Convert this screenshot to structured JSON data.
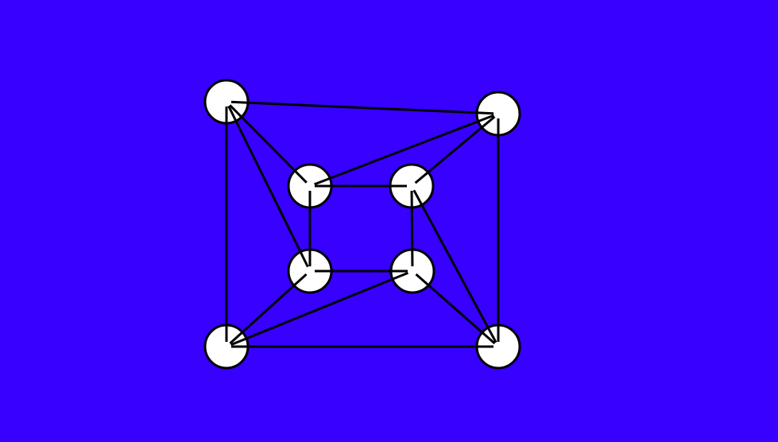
{
  "diagram": {
    "colors": {
      "background": "#3700ff",
      "node_fill": "#ffffff",
      "stroke": "#000000"
    },
    "nodes": [
      {
        "id": "outer-top-left"
      },
      {
        "id": "outer-top-right"
      },
      {
        "id": "outer-bottom-left"
      },
      {
        "id": "outer-bottom-right"
      },
      {
        "id": "inner-top-left"
      },
      {
        "id": "inner-top-right"
      },
      {
        "id": "inner-bottom-left"
      },
      {
        "id": "inner-bottom-right"
      }
    ],
    "edges": [
      {
        "from": "outer-top-left",
        "to": "outer-top-right"
      },
      {
        "from": "outer-top-left",
        "to": "inner-top-left"
      },
      {
        "from": "outer-top-left",
        "to": "inner-bottom-left"
      },
      {
        "from": "outer-top-left",
        "to": "outer-bottom-left"
      },
      {
        "from": "outer-top-right",
        "to": "inner-top-left"
      },
      {
        "from": "outer-top-right",
        "to": "inner-top-right"
      },
      {
        "from": "outer-top-right",
        "to": "outer-bottom-right"
      },
      {
        "from": "inner-top-left",
        "to": "inner-top-right"
      },
      {
        "from": "inner-top-left",
        "to": "inner-bottom-left"
      },
      {
        "from": "inner-top-right",
        "to": "inner-bottom-right"
      },
      {
        "from": "inner-top-right",
        "to": "outer-bottom-right"
      },
      {
        "from": "inner-bottom-left",
        "to": "inner-bottom-right"
      },
      {
        "from": "inner-bottom-left",
        "to": "outer-bottom-left"
      },
      {
        "from": "inner-bottom-right",
        "to": "outer-bottom-left"
      },
      {
        "from": "inner-bottom-right",
        "to": "outer-bottom-right"
      },
      {
        "from": "outer-bottom-left",
        "to": "outer-bottom-right"
      }
    ]
  }
}
